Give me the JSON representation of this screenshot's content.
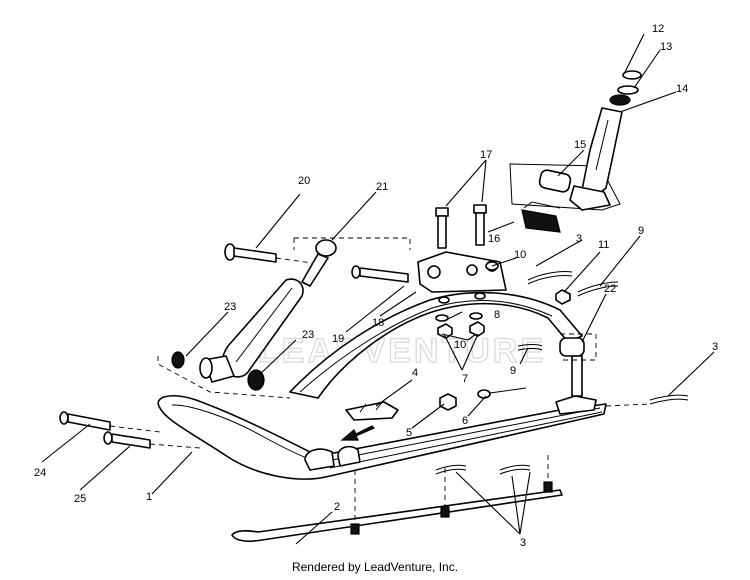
{
  "footer": {
    "text": "Rendered by LeadVenture, Inc."
  },
  "watermark": {
    "text": "LEADVENTURE"
  },
  "callouts": {
    "c1": "1",
    "c2": "2",
    "c3a": "3",
    "c3b": "3",
    "c3c": "3",
    "c4": "4",
    "c5": "5",
    "c6": "6",
    "c7": "7",
    "c8": "8",
    "c9a": "9",
    "c9b": "9",
    "c10a": "10",
    "c10b": "10",
    "c11": "11",
    "c12": "12",
    "c13": "13",
    "c14": "14",
    "c15": "15",
    "c16": "16",
    "c17": "17",
    "c18": "18",
    "c19": "19",
    "c20": "20",
    "c21": "21",
    "c22": "22",
    "c23a": "23",
    "c23b": "23",
    "c24": "24",
    "c25": "25"
  }
}
